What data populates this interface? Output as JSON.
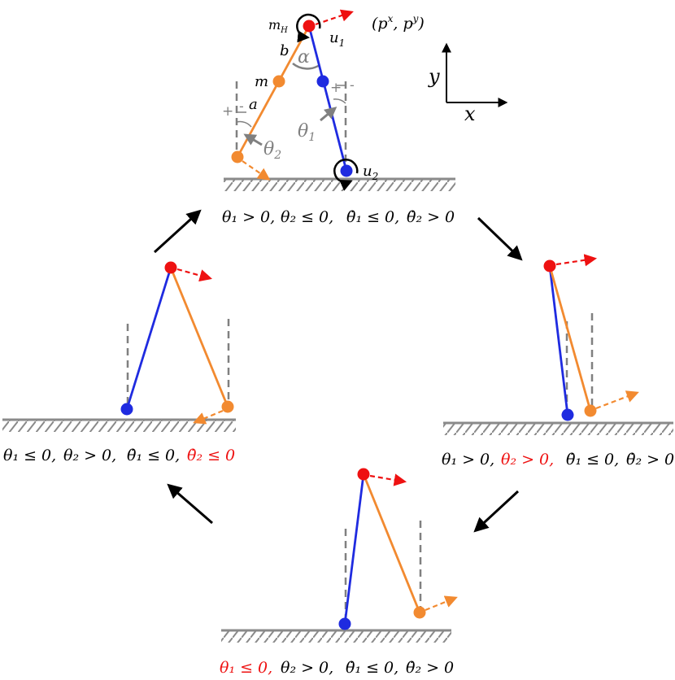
{
  "colors": {
    "hip": "#ee1111",
    "stance_leg": "#1f2be0",
    "swing_leg": "#f28a30",
    "ground": "#8a8a8a",
    "dashed": "#808080",
    "text": "#000000",
    "highlight": "#ee1111",
    "annotation": "#808080"
  },
  "labels": {
    "hip_mass": "m",
    "hip_mass_sub": "H",
    "leg_mass": "m",
    "segment_a": "a",
    "segment_b": "b",
    "angle_alpha": "α",
    "theta1": "θ",
    "theta1_sub": "1",
    "theta2": "θ",
    "theta2_sub": "2",
    "u1": "u",
    "u1_sub": "1",
    "u2": "u",
    "u2_sub": "2",
    "position": "(p",
    "position_x_sup": "x",
    "position_sep": ", p",
    "position_y_sup": "y",
    "position_close": ")",
    "axis_x": "x",
    "axis_y": "y",
    "plus_left": "+",
    "minus_left": "-",
    "plus_right": "+",
    "minus_right": "-"
  },
  "captions": {
    "top": {
      "c1": "θ₁ > 0,",
      "c2": "θ₂ ≤ 0,",
      "c3": "θ̇₁ ≤ 0,",
      "c4": "θ̇₂ > 0"
    },
    "right": {
      "c1": "θ₁ > 0,",
      "c2": "θ₂ > 0,",
      "c3": "θ̇₁ ≤ 0,",
      "c4": "θ̇₂ > 0"
    },
    "bottom": {
      "c1": "θ₁ ≤ 0,",
      "c2": "θ₂ > 0,",
      "c3": "θ̇₁ ≤ 0,",
      "c4": "θ̇₂ > 0"
    },
    "left": {
      "c1": "θ₁ ≤ 0,",
      "c2": "θ₂ > 0,",
      "c3": "θ̇₁ ≤ 0,",
      "c4": "θ̇₂ ≤ 0"
    }
  },
  "highlights": {
    "top": [],
    "right": [
      "c2"
    ],
    "bottom": [
      "c1"
    ],
    "left": [
      "c4"
    ]
  }
}
